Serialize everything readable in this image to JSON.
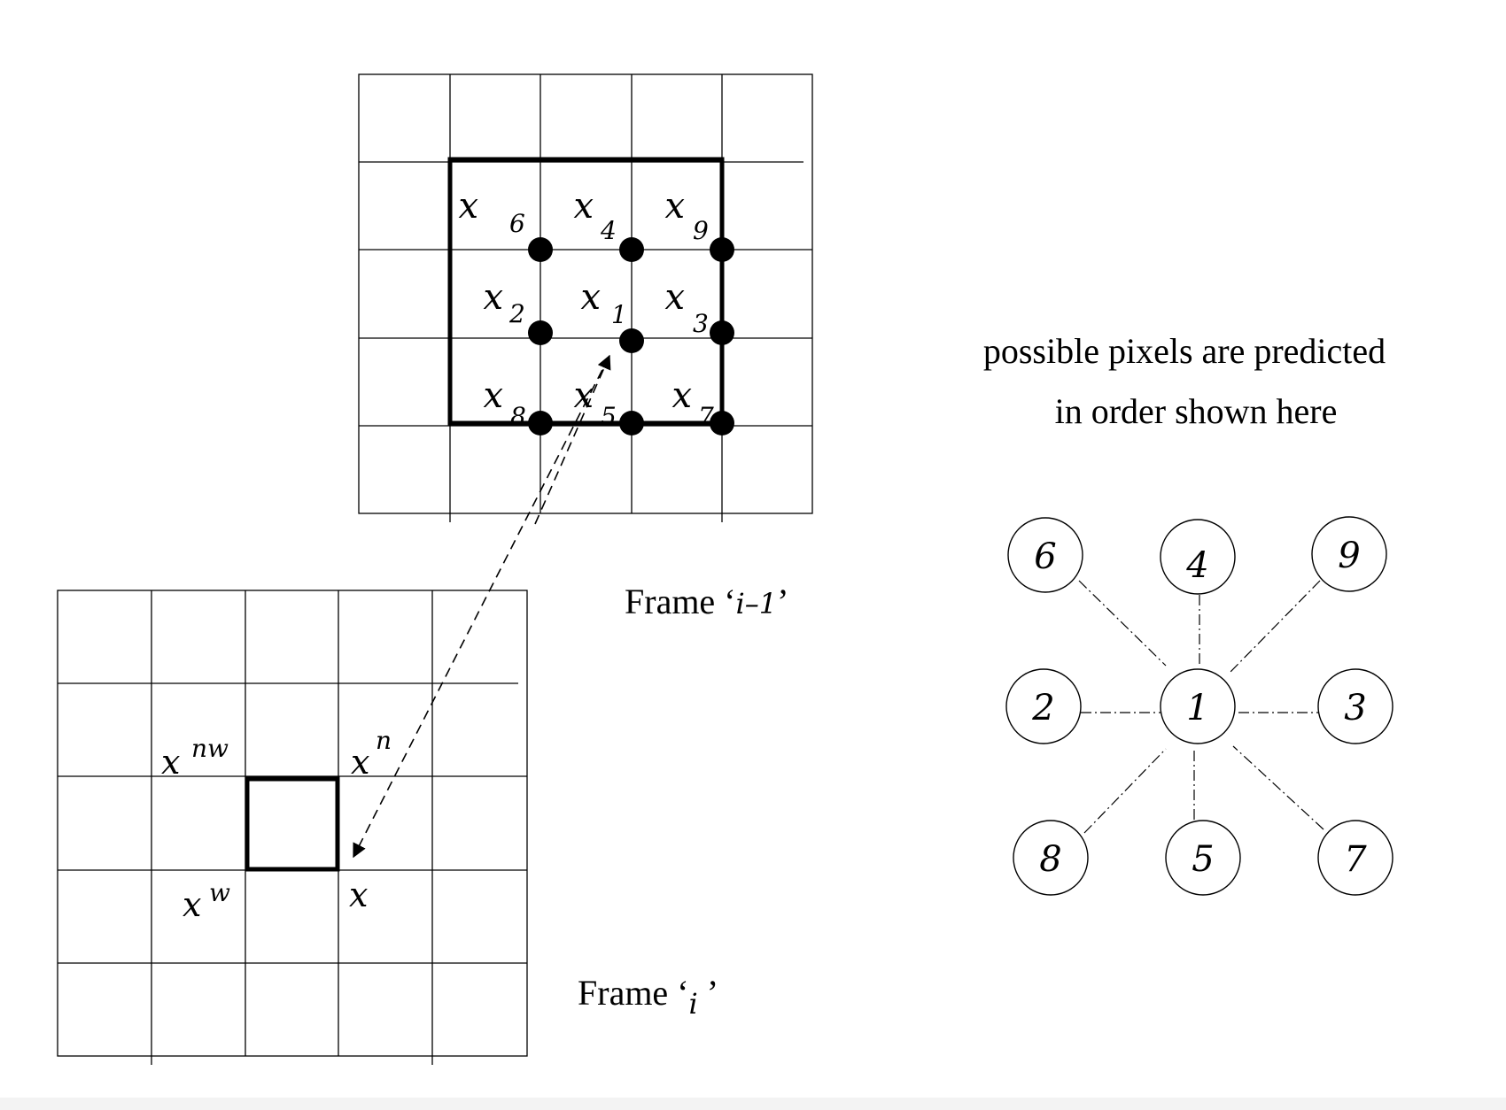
{
  "prev_frame": {
    "label_prefix": "Frame ‘",
    "label_var": "i–1",
    "label_suffix": "’",
    "pixel_symbol": "x",
    "pixel_subscripts": [
      "6",
      "4",
      "9",
      "2",
      "1",
      "3",
      "8",
      "5",
      "7"
    ]
  },
  "curr_frame": {
    "label_prefix": "Frame ‘",
    "label_var": "i",
    "label_suffix": " ’",
    "neighbors": {
      "nw": {
        "base": "x",
        "sup": "nw"
      },
      "n": {
        "base": "x",
        "sup": "n"
      },
      "w": {
        "base": "x",
        "sup": "w"
      },
      "current": {
        "base": "x"
      }
    }
  },
  "prediction_order": {
    "caption_line1": "possible pixels are predicted",
    "caption_line2": "in order shown here",
    "nodes": [
      "6",
      "4",
      "9",
      "2",
      "1",
      "3",
      "8",
      "5",
      "7"
    ]
  }
}
